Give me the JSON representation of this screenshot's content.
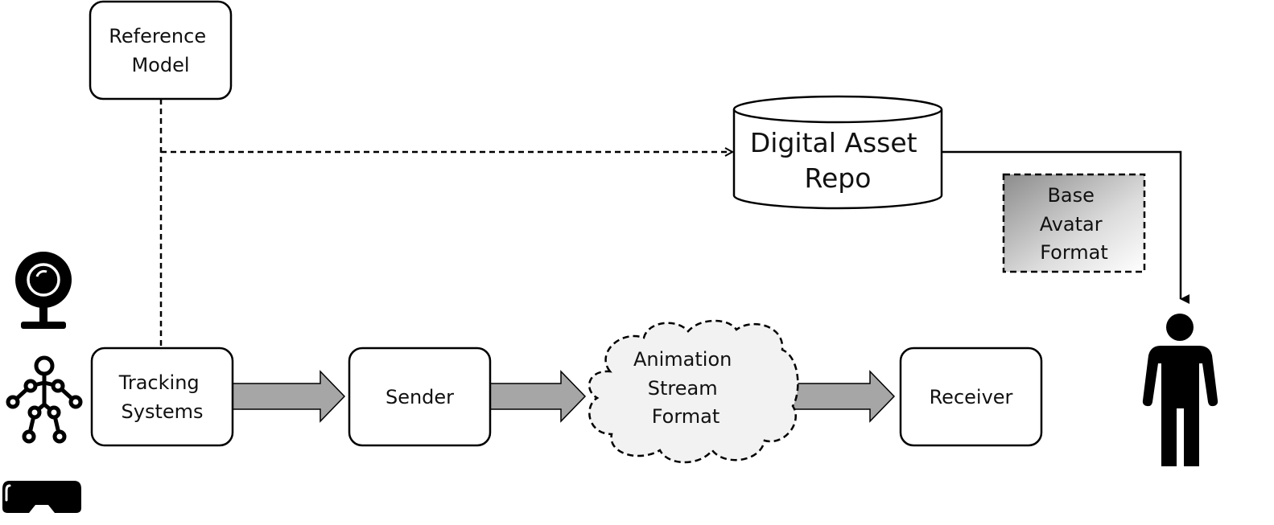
{
  "nodes": {
    "reference_model": {
      "lines": [
        "Reference",
        "Model"
      ]
    },
    "digital_asset_repo": {
      "lines": [
        "Digital Asset",
        "Repo"
      ]
    },
    "base_avatar_format": {
      "lines": [
        "Base",
        "Avatar",
        "Format"
      ]
    },
    "tracking_systems": {
      "lines": [
        "Tracking",
        "Systems"
      ]
    },
    "sender": {
      "lines": [
        "Sender"
      ]
    },
    "animation_stream_format": {
      "lines": [
        "Animation",
        "Stream",
        "Format"
      ]
    },
    "receiver": {
      "lines": [
        "Receiver"
      ]
    }
  },
  "icons": {
    "webcam": "webcam-icon",
    "skeleton": "skeleton-tracking-icon",
    "vr_headset": "vr-headset-icon",
    "person": "person-icon"
  },
  "colors": {
    "flow_arrow_fill": "#a6a6a6",
    "cloud_fill": "#f2f2f2",
    "gradient_dark": "#8c8c8c",
    "gradient_light": "#ffffff"
  }
}
